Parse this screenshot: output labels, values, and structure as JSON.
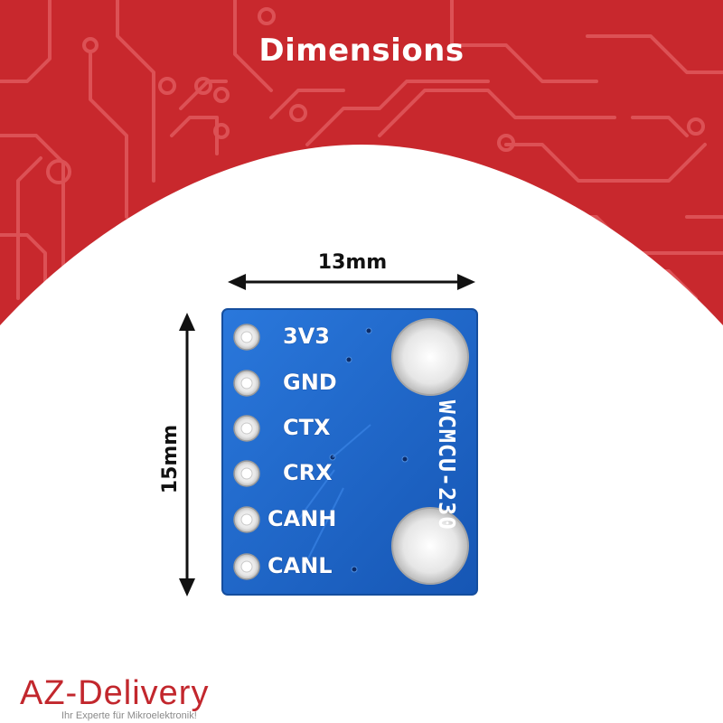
{
  "header": {
    "title": "Dimensions",
    "background_color": "#c8282d"
  },
  "dimensions": {
    "width_label": "13mm",
    "height_label": "15mm"
  },
  "board": {
    "color": "#1e64c8",
    "marking": "WCMCU-230",
    "pins": [
      "3V3",
      "GND",
      "CTX",
      "CRX",
      "CANH",
      "CANL"
    ]
  },
  "brand": {
    "logo_text": "AZ-Delivery",
    "tagline": "Ihr Experte für Mikroelektronik!",
    "color": "#c2272d"
  }
}
